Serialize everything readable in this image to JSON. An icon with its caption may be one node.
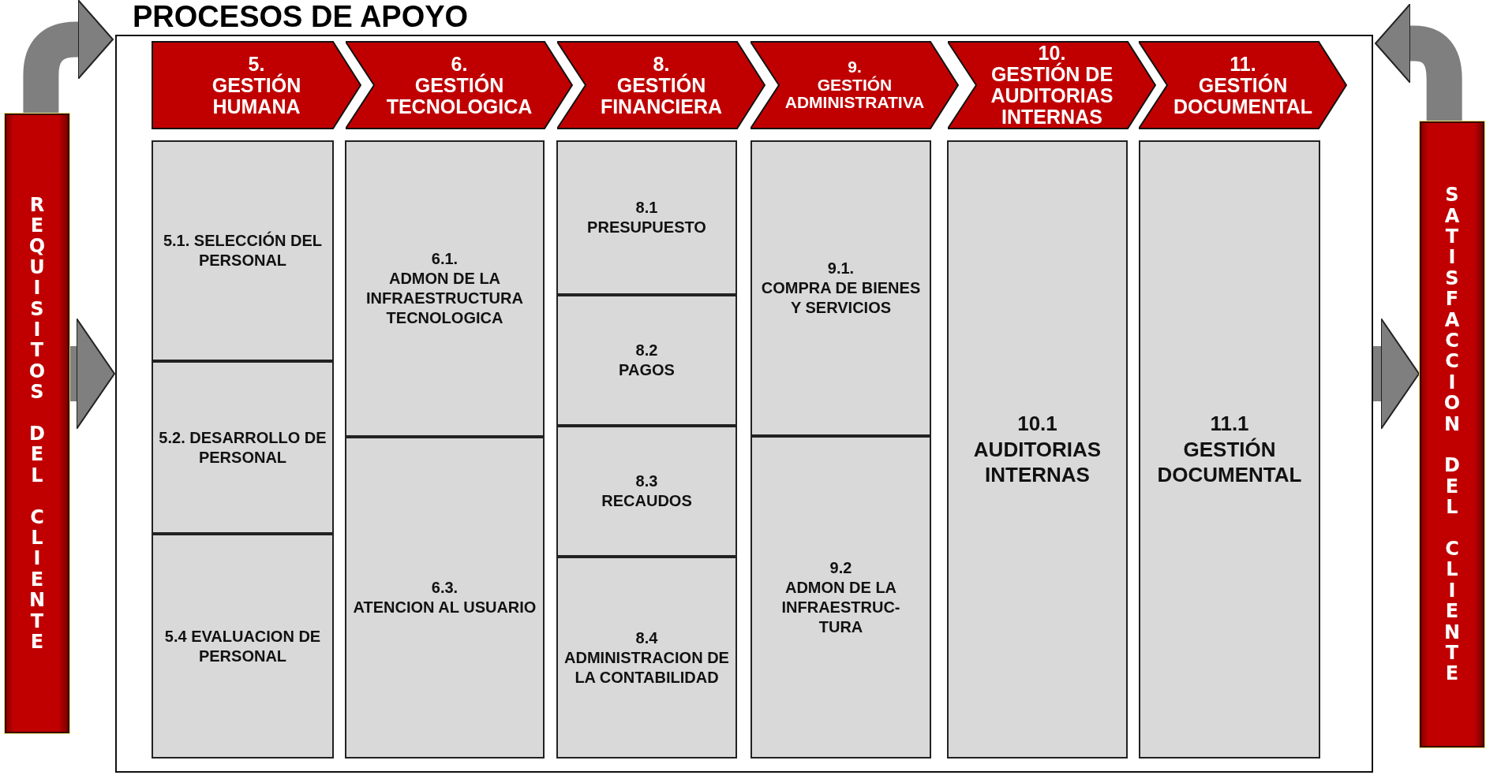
{
  "diagram": {
    "nodes": [
      {
        "text": [
          "PROCESOS DE APOYO"
        ]
      },
      {
        "text": [
          "5.",
          "GESTIÓN HUMANA"
        ],
        "in": 0
      },
      {
        "text": [
          "6.",
          "GESTIÓN TECNOLOGICA"
        ],
        "in": 0
      },
      {
        "text": [
          "8.",
          "GESTIÓN FINANCIERA"
        ],
        "in": 0
      },
      {
        "text": [
          "9.",
          "GESTIÓN ADMINISTRATIVA"
        ],
        "in": 0
      },
      {
        "text": [
          "10.",
          "GESTIÓN DE AUDITORIAS INTERNAS"
        ],
        "in": 0
      },
      {
        "text": [
          "11.",
          "GESTIÓN DOCUMENTAL"
        ],
        "in": 0
      },
      {
        "text": [
          "5.1. SELECCIÓN DEL PERSONAL"
        ],
        "in": 0
      },
      {
        "text": [
          "5.2. DESARROLLO DE PERSONAL"
        ],
        "in": 0
      },
      {
        "text": [
          "5.4 EVALUACION DE PERSONAL"
        ],
        "in": 0
      },
      {
        "text": [
          "6.1.",
          "ADMON DE LA INFRAESTRUCTURA TECNOLOGICA"
        ],
        "in": 0
      },
      {
        "text": [
          "6.3.",
          "ATENCION AL USUARIO"
        ],
        "in": 0
      },
      {
        "text": [
          "8.1",
          "PRESUPUESTO"
        ],
        "in": 0
      },
      {
        "text": [
          "8.2",
          "PAGOS"
        ],
        "in": 0
      },
      {
        "text": [
          "8.3",
          "RECAUDOS"
        ],
        "in": 0
      },
      {
        "text": [
          "8.4",
          "ADMINISTRACION DE LA CONTABILIDAD"
        ],
        "in": 0
      },
      {
        "text": [
          "9.1.",
          "COMPRA DE BIENES Y SERVICIOS"
        ],
        "in": 0
      },
      {
        "text": [
          "9.2",
          "ADMON DE LA INFRAESTRUC- TURA"
        ],
        "in": 0
      },
      {
        "text": [
          "10.1",
          "AUDITORIAS INTERNAS"
        ],
        "in": 0
      },
      {
        "text": [
          "11.1",
          "GESTIÓN DOCUMENTAL"
        ],
        "in": 0
      },
      {
        "text": [
          "REQUISITOS DEL CLIENTE"
        ]
      },
      {
        "text": [
          "SATISFACCION DEL CLIENTE"
        ]
      }
    ],
    "edges": [
      {
        "from": 20,
        "to": 0,
        "arrow": "to"
      },
      {
        "from": 20,
        "to": 0,
        "arrow": "to"
      },
      {
        "from": 0,
        "to": 21,
        "arrow": "to"
      },
      {
        "from": 21,
        "to": 0,
        "arrow": "to"
      }
    ]
  }
}
